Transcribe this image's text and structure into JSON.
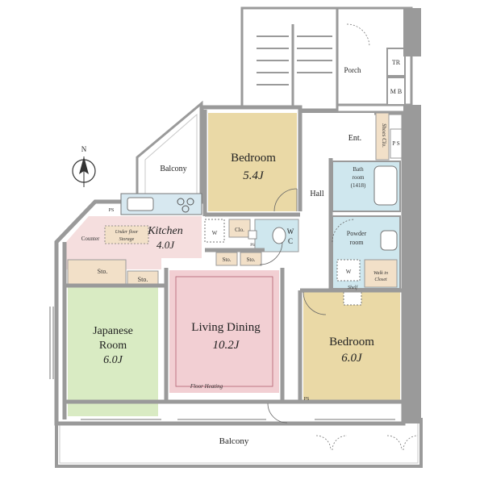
{
  "colors": {
    "wall": "#9a9a9a",
    "wall_dark": "#7f7f7f",
    "bedroom": "#ead9a6",
    "living": "#f2cfd3",
    "kitchen": "#f5dede",
    "japanese": "#d9ebc3",
    "wet_area": "#cfe7ee",
    "storage": "#f2e0c8",
    "hall": "#ffffff",
    "fixture": "#d7e8f0"
  },
  "icons": {
    "north": "compass-north-icon"
  },
  "compass": {
    "label": "N"
  },
  "rooms": {
    "bedroom1": {
      "name": "Bedroom",
      "size": "5.4J"
    },
    "bedroom2": {
      "name": "Bedroom",
      "size": "6.0J"
    },
    "living": {
      "name": "Living Dining",
      "size": "10.2J",
      "note": "Floor Heating"
    },
    "kitchen": {
      "name": "Kitchen",
      "size": "4.0J"
    },
    "japanese": {
      "name1": "Japanese",
      "name2": "Room",
      "size": "6.0J"
    },
    "bath": {
      "name1": "Bath",
      "name2": "room",
      "size": "(1418)"
    },
    "powder": {
      "name1": "Powder",
      "name2": "room"
    }
  },
  "labels": {
    "balcony_top": "Balcony",
    "balcony_bottom": "Balcony",
    "hall": "Hall",
    "porch": "Porch",
    "entrance": "Ent.",
    "shoes": "Shoes Clo.",
    "tr": "TR",
    "mb": "M B",
    "ps_right": "P S",
    "ps_kitchen": "PS",
    "ps_small": "PS",
    "ps_bottom": "PS",
    "counter": "Counter",
    "underfloor1": "Under floor",
    "underfloor2": "Storage",
    "clo": "Clo.",
    "wc1": "W",
    "wc2": "C",
    "w_kitchen": "W",
    "w_powder": "W",
    "sto_japanese": "Sto.",
    "sto_small": "Sto.",
    "sto_a": "Sto.",
    "sto_b": "Sto.",
    "walkin1": "Walk in",
    "walkin2": "Closet",
    "shelf": "Shelf"
  }
}
